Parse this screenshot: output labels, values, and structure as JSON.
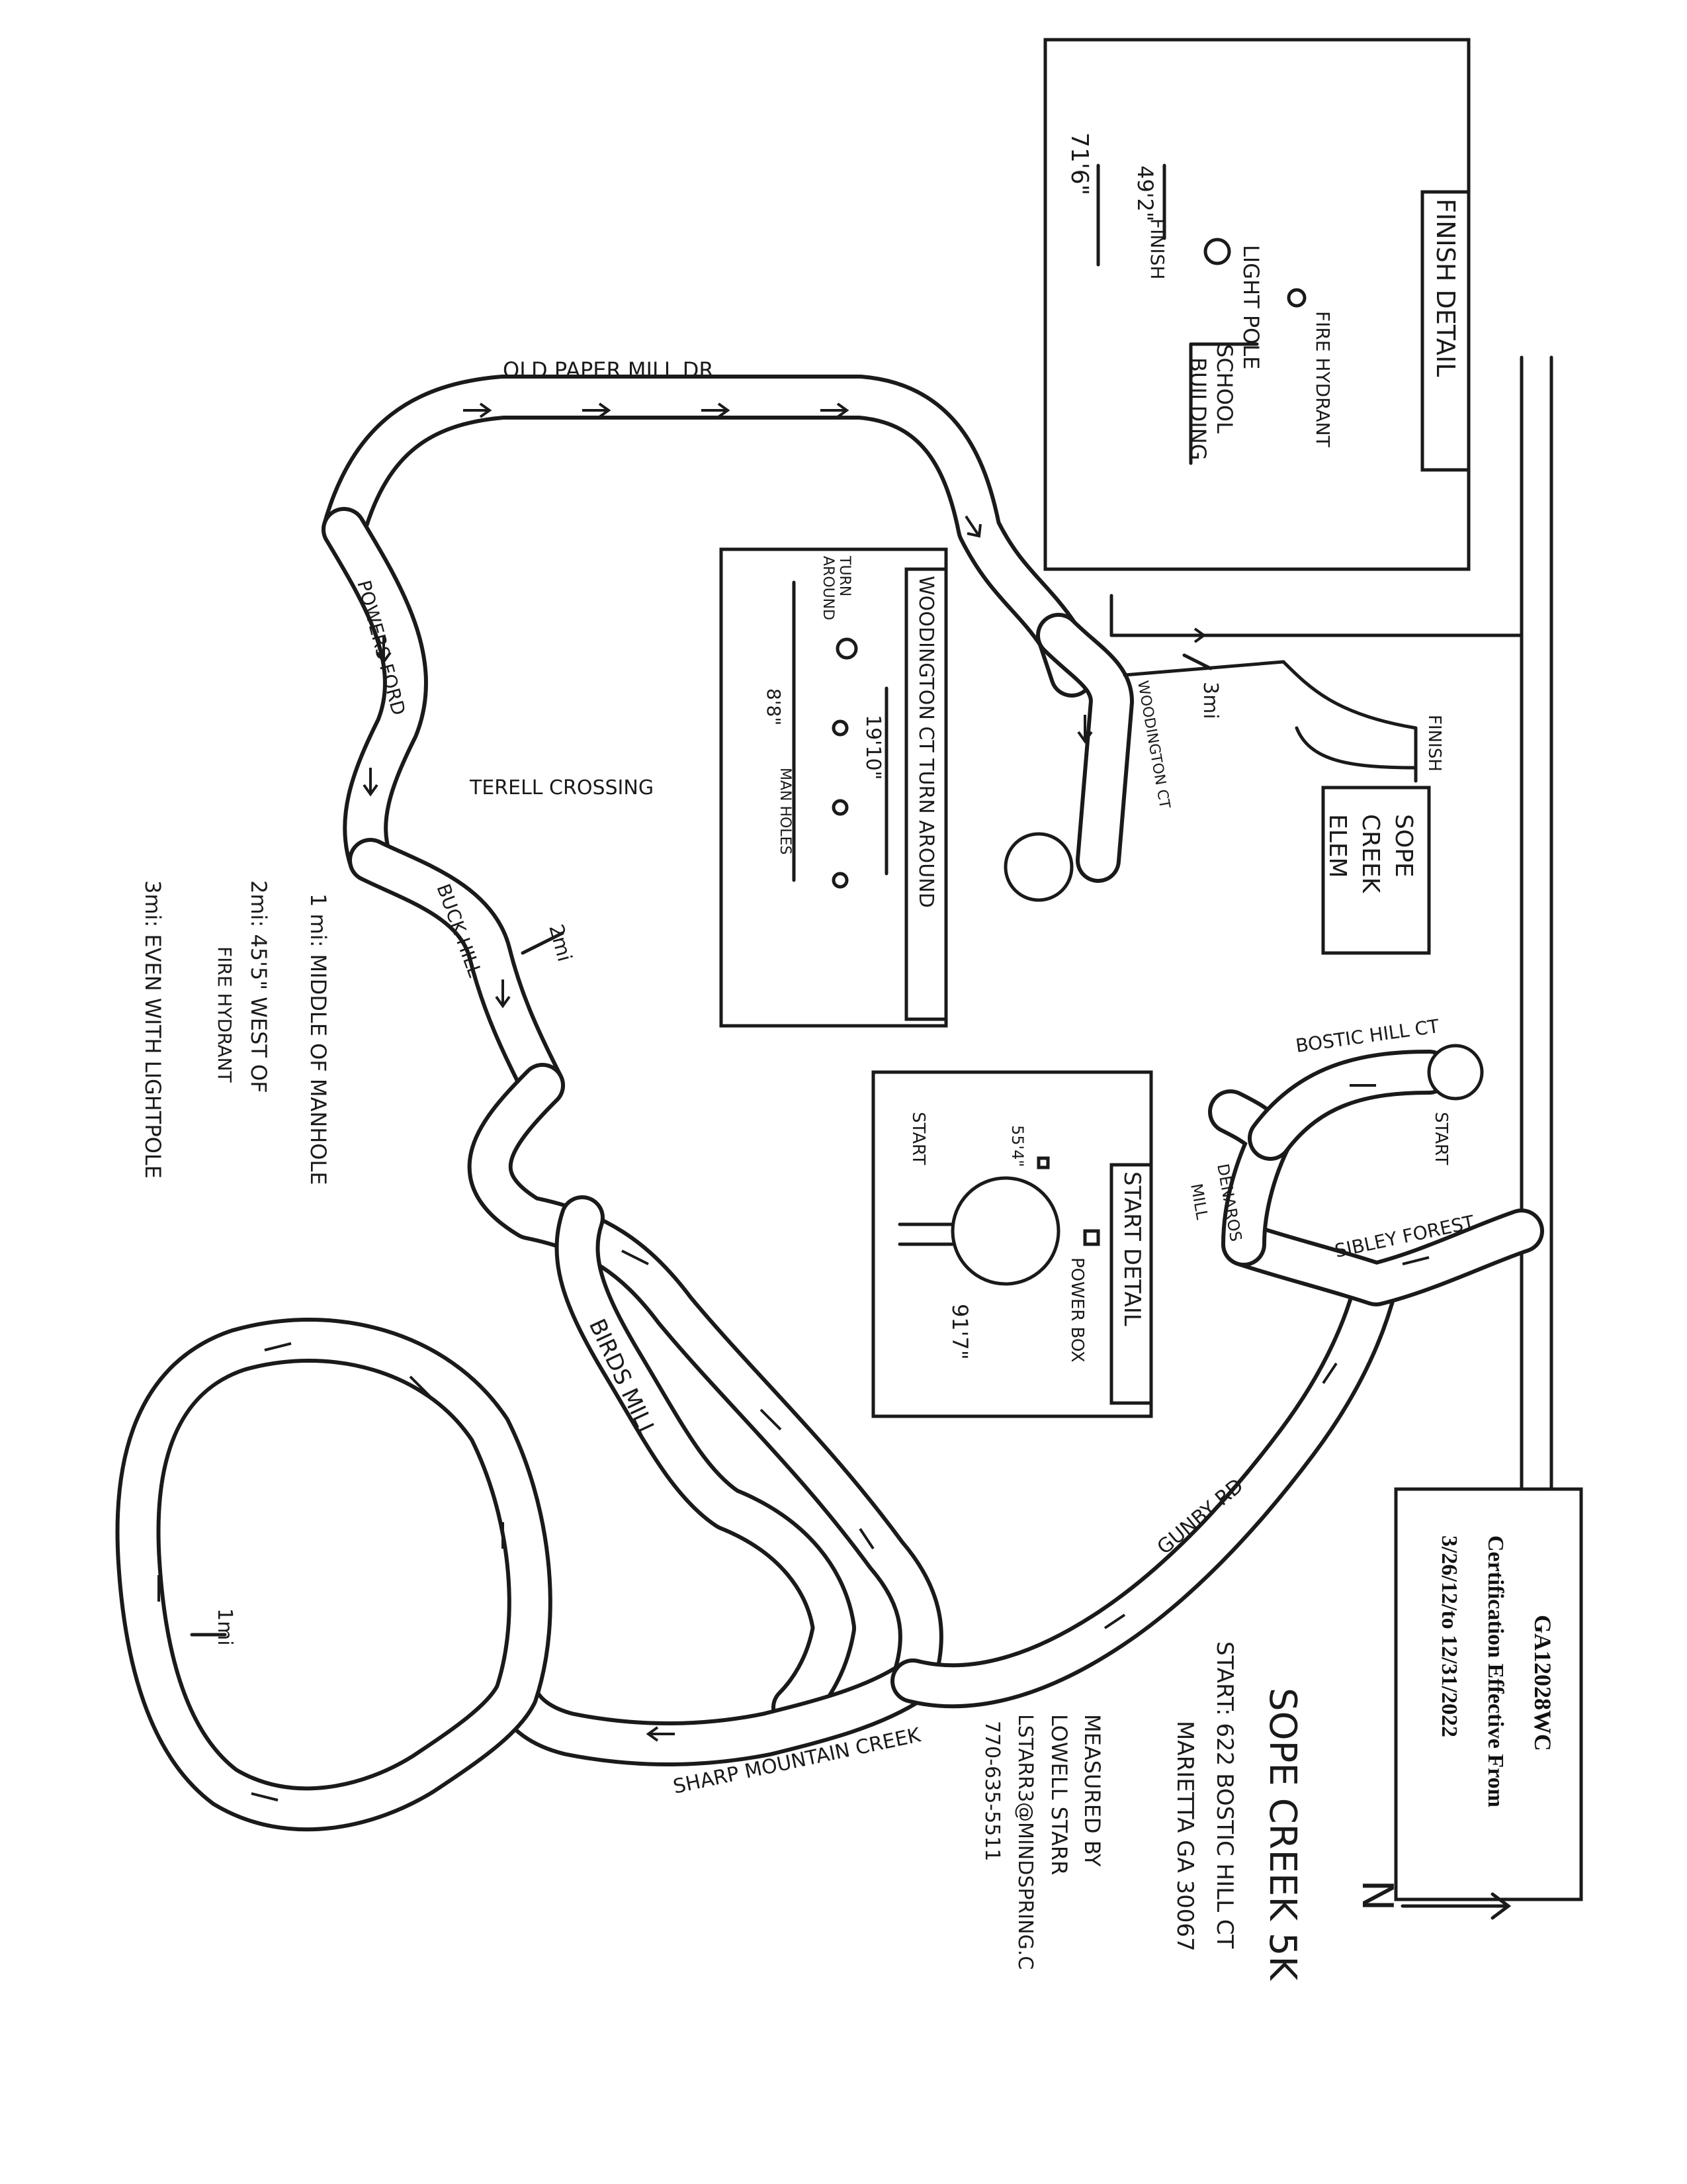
{
  "course": {
    "title": "SOPE CREEK 5K",
    "start_address_line1": "START: 622 BOSTIC HILL CT",
    "start_address_line2": "MARIETTA GA 30067",
    "measured_by_line1": "MEASURED BY",
    "measured_by_line2": "LOWELL STARR",
    "measured_by_line3": "LSTARR3@MINDSPRING.C",
    "measured_by_line4": "770-635-5511"
  },
  "certification": {
    "code": "GA12028WC",
    "line2": "Certification Effective From",
    "line3": "3/26/12/to 12/31/2022"
  },
  "north": "N",
  "roads": {
    "old_paper_mill": "OLD PAPER MILL DR",
    "powers_ford": "POWERS FORD",
    "terell_crossing": "TERELL CROSSING",
    "buck_hill": "BUCK HILL",
    "birds_mill": "BIRDS MILL",
    "sharp_mountain_creek": "SHARP MOUNTAIN CREEK",
    "gunby_rd": "GUNBY RD",
    "sibley_forest": "SIBLEY FOREST",
    "denaros_mill_1": "DENAROS",
    "denaros_mill_2": "MILL",
    "bostic_hill_ct": "BOSTIC HILL CT",
    "woodington_ct": "WOODINGTON CT"
  },
  "places": {
    "sope_creek_elem_1": "SOPE",
    "sope_creek_elem_2": "CREEK",
    "sope_creek_elem_3": "ELEM",
    "start": "START",
    "finish": "FINISH"
  },
  "markers": {
    "mi1": "1mi",
    "mi2": "2mi",
    "mi3": "3mi"
  },
  "legend": {
    "mile1": "1 mi: MIDDLE OF MANHOLE",
    "mile2a": "2mi: 45'5\" WEST OF",
    "mile2b": "FIRE HYDRANT",
    "mile3": "3mi: EVEN WITH LIGHTPOLE"
  },
  "finish_detail": {
    "title": "FINISH DETAIL",
    "light_pole": "LIGHT POLE",
    "fire_hydrant": "FIRE HYDRANT",
    "school_building_1": "SCHOOL",
    "school_building_2": "BUILDING",
    "finish": "FINISH",
    "dim1": "71'6\"",
    "dim2": "49'2\""
  },
  "turnaround_detail": {
    "title": "WOODINGTON CT TURN AROUND",
    "turn_around_1": "TURN",
    "turn_around_2": "AROUND",
    "dim1": "19'10\"",
    "dim2": "8'8\"",
    "manholes": "MAN HOLES"
  },
  "start_detail": {
    "title": "START DETAIL",
    "power_box": "POWER BOX",
    "start": "START",
    "dim1": "91'7\"",
    "dim2": "55'4\""
  }
}
